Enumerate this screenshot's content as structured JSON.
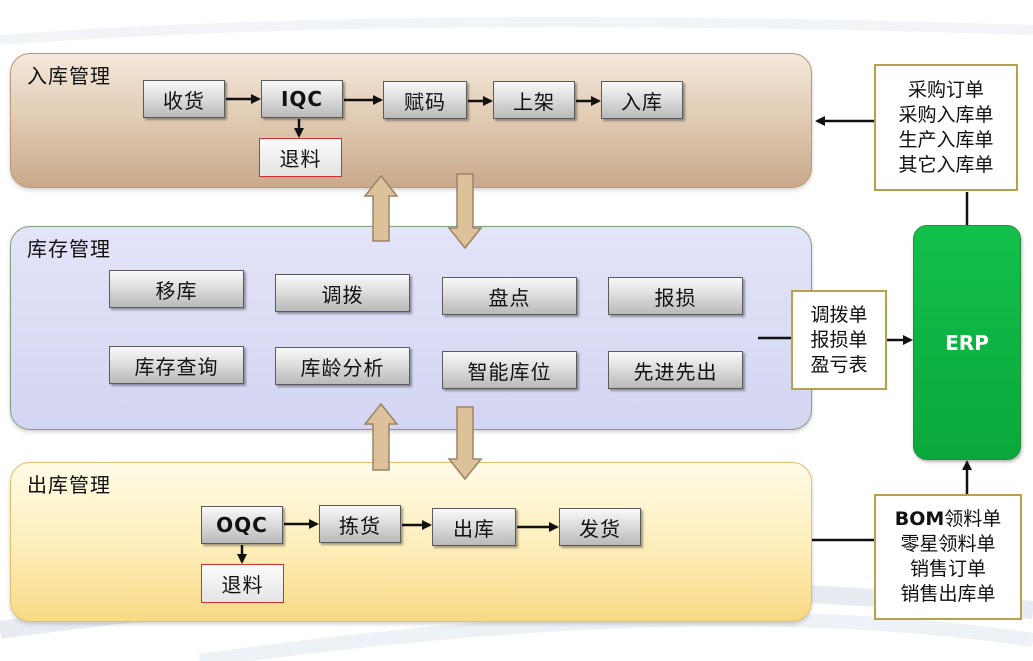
{
  "inbound": {
    "title": "入库管理",
    "steps": [
      "收货",
      "IQC",
      "赋码",
      "上架",
      "入库"
    ],
    "reject": "退料"
  },
  "inventory": {
    "title": "库存管理",
    "row1": [
      "移库",
      "调拨",
      "盘点",
      "报损"
    ],
    "row2": [
      "库存查询",
      "库龄分析",
      "智能库位",
      "先进先出"
    ]
  },
  "outbound": {
    "title": "出库管理",
    "steps": [
      "OQC",
      "拣货",
      "出库",
      "发货"
    ],
    "reject": "退料"
  },
  "erp": {
    "label": "ERP"
  },
  "docs": {
    "inbound": [
      "采购订单",
      "采购入库单",
      "生产入库单",
      "其它入库单"
    ],
    "inventory": [
      "调拨单",
      "报损单",
      "盈亏表"
    ],
    "outbound_prefix": "BOM",
    "outbound_first_suffix": "领料单",
    "outbound": [
      "零星领料单",
      "销售订单",
      "销售出库单"
    ]
  },
  "colors": {
    "inbound_panel": "#d9c2a8",
    "inventory_panel": "#d6d8f4",
    "outbound_panel": "#fbe7a8",
    "erp": "#0fb544",
    "doc_border": "#b8a14a",
    "reject_border": "#d03030"
  }
}
